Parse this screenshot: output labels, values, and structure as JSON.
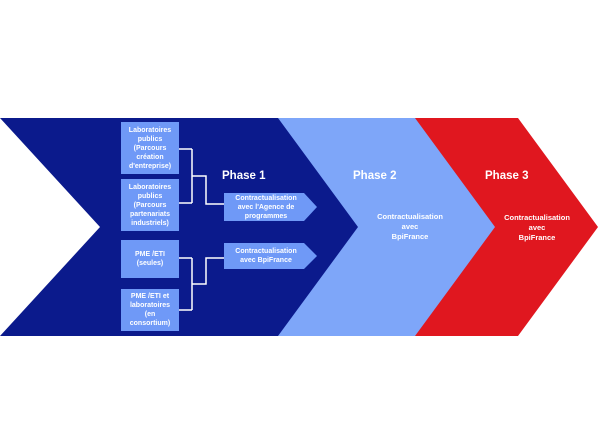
{
  "colors": {
    "phase1": "#0b1a8c",
    "phase2": "#7ea6f9",
    "phase3": "#e0171f",
    "box": "#6f99f7",
    "connector": "#ffffff"
  },
  "sources": [
    {
      "label": "Laboratoires\npublics\n(Parcours\ncréation\nd'entreprise)"
    },
    {
      "label": "Laboratoires\npublics\n(Parcours\npartenariats\nindustriels)"
    },
    {
      "label": "PME /ETI\n(seules)"
    },
    {
      "label": "PME /ETI et\nlaboratoires\n(en\nconsortium)"
    }
  ],
  "phase1": {
    "title": "Phase 1",
    "contract_agence": "Contractualisation\navec l'Agence de\nprogrammes",
    "contract_bpi": "Contractualisation\navec BpiFrance"
  },
  "phase2": {
    "title": "Phase 2",
    "text": "Contractualisation\navec\nBpiFrance"
  },
  "phase3": {
    "title": "Phase 3",
    "text": "Contractualisation\navec\nBpiFrance"
  }
}
